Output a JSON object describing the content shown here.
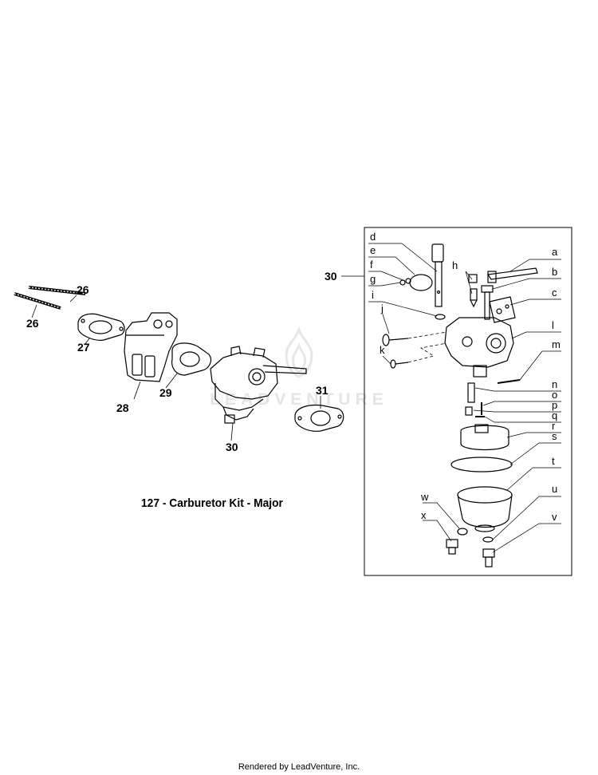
{
  "diagram_title": "127 - Carburetor Kit - Major",
  "footer_text": "Rendered by LeadVenture, Inc.",
  "watermark_text": "LEADVENTURE",
  "callouts": {
    "c26a": "26",
    "c26b": "26",
    "c27": "27",
    "c28": "28",
    "c29": "29",
    "c30": "30",
    "c30b": "30",
    "c31": "31"
  },
  "letters": {
    "a": "a",
    "b": "b",
    "c": "c",
    "d": "d",
    "e": "e",
    "f": "f",
    "g": "g",
    "h": "h",
    "i": "i",
    "j": "j",
    "k": "k",
    "l": "l",
    "m": "m",
    "n": "n",
    "o": "o",
    "p": "p",
    "q": "q",
    "r": "r",
    "s": "s",
    "t": "t",
    "u": "u",
    "v": "v",
    "w": "w",
    "x": "x"
  }
}
